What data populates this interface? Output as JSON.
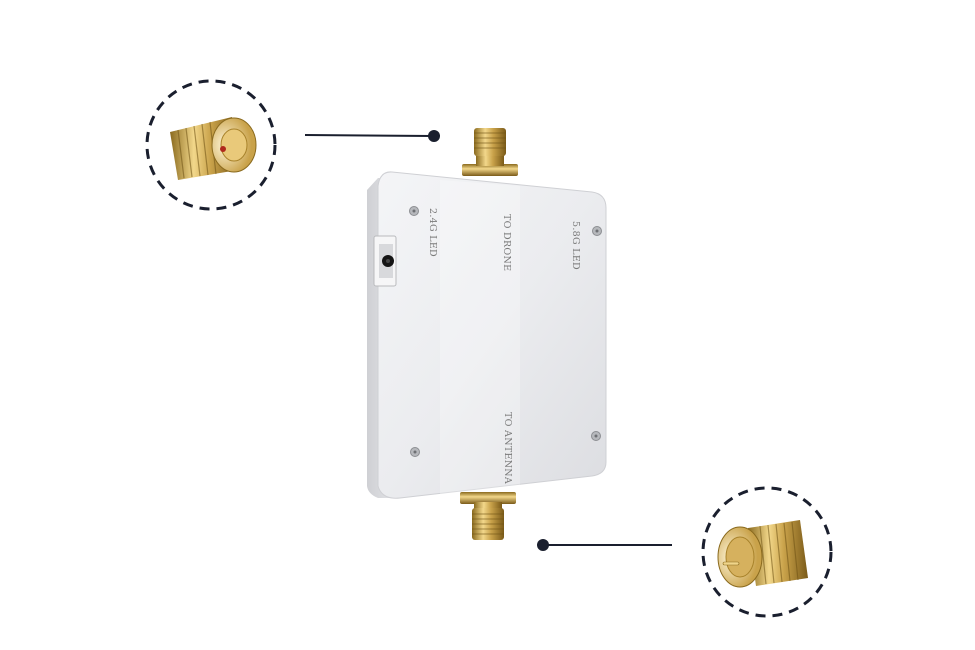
{
  "device": {
    "labels": {
      "led_24": "2.4G LED",
      "to_drone": "TO DRONE",
      "led_58": "5.8G LED",
      "to_antenna": "TO ANTENNA"
    }
  },
  "callouts": {
    "top_left": {
      "connector": "sma-female-connector"
    },
    "bottom_right": {
      "connector": "rp-sma-male-connector"
    }
  },
  "colors": {
    "background": "#ffffff",
    "housing": "#e8e9ec",
    "brass": "#c9a24a",
    "callout_line": "#1a1f2e"
  }
}
